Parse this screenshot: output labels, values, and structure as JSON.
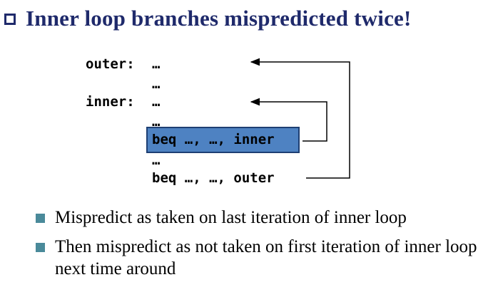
{
  "title": "Inner loop branches mispredicted twice!",
  "code": {
    "outer_label": "outer:",
    "outer_dots": "…",
    "line2_dots": "…",
    "inner_label": "inner:",
    "inner_dots": "…",
    "line4_dots": "…",
    "beq_inner": "beq …, …, inner",
    "line6_dots": "…",
    "beq_outer": "beq …, …, outer"
  },
  "bullets": [
    "Mispredict as taken on last iteration of inner loop",
    "Then mispredict as not taken on first iteration of inner loop next time around"
  ],
  "colors": {
    "title": "#1f2a6b",
    "highlight": "#4e82c2",
    "bullet_marker": "#4a8a9a"
  }
}
